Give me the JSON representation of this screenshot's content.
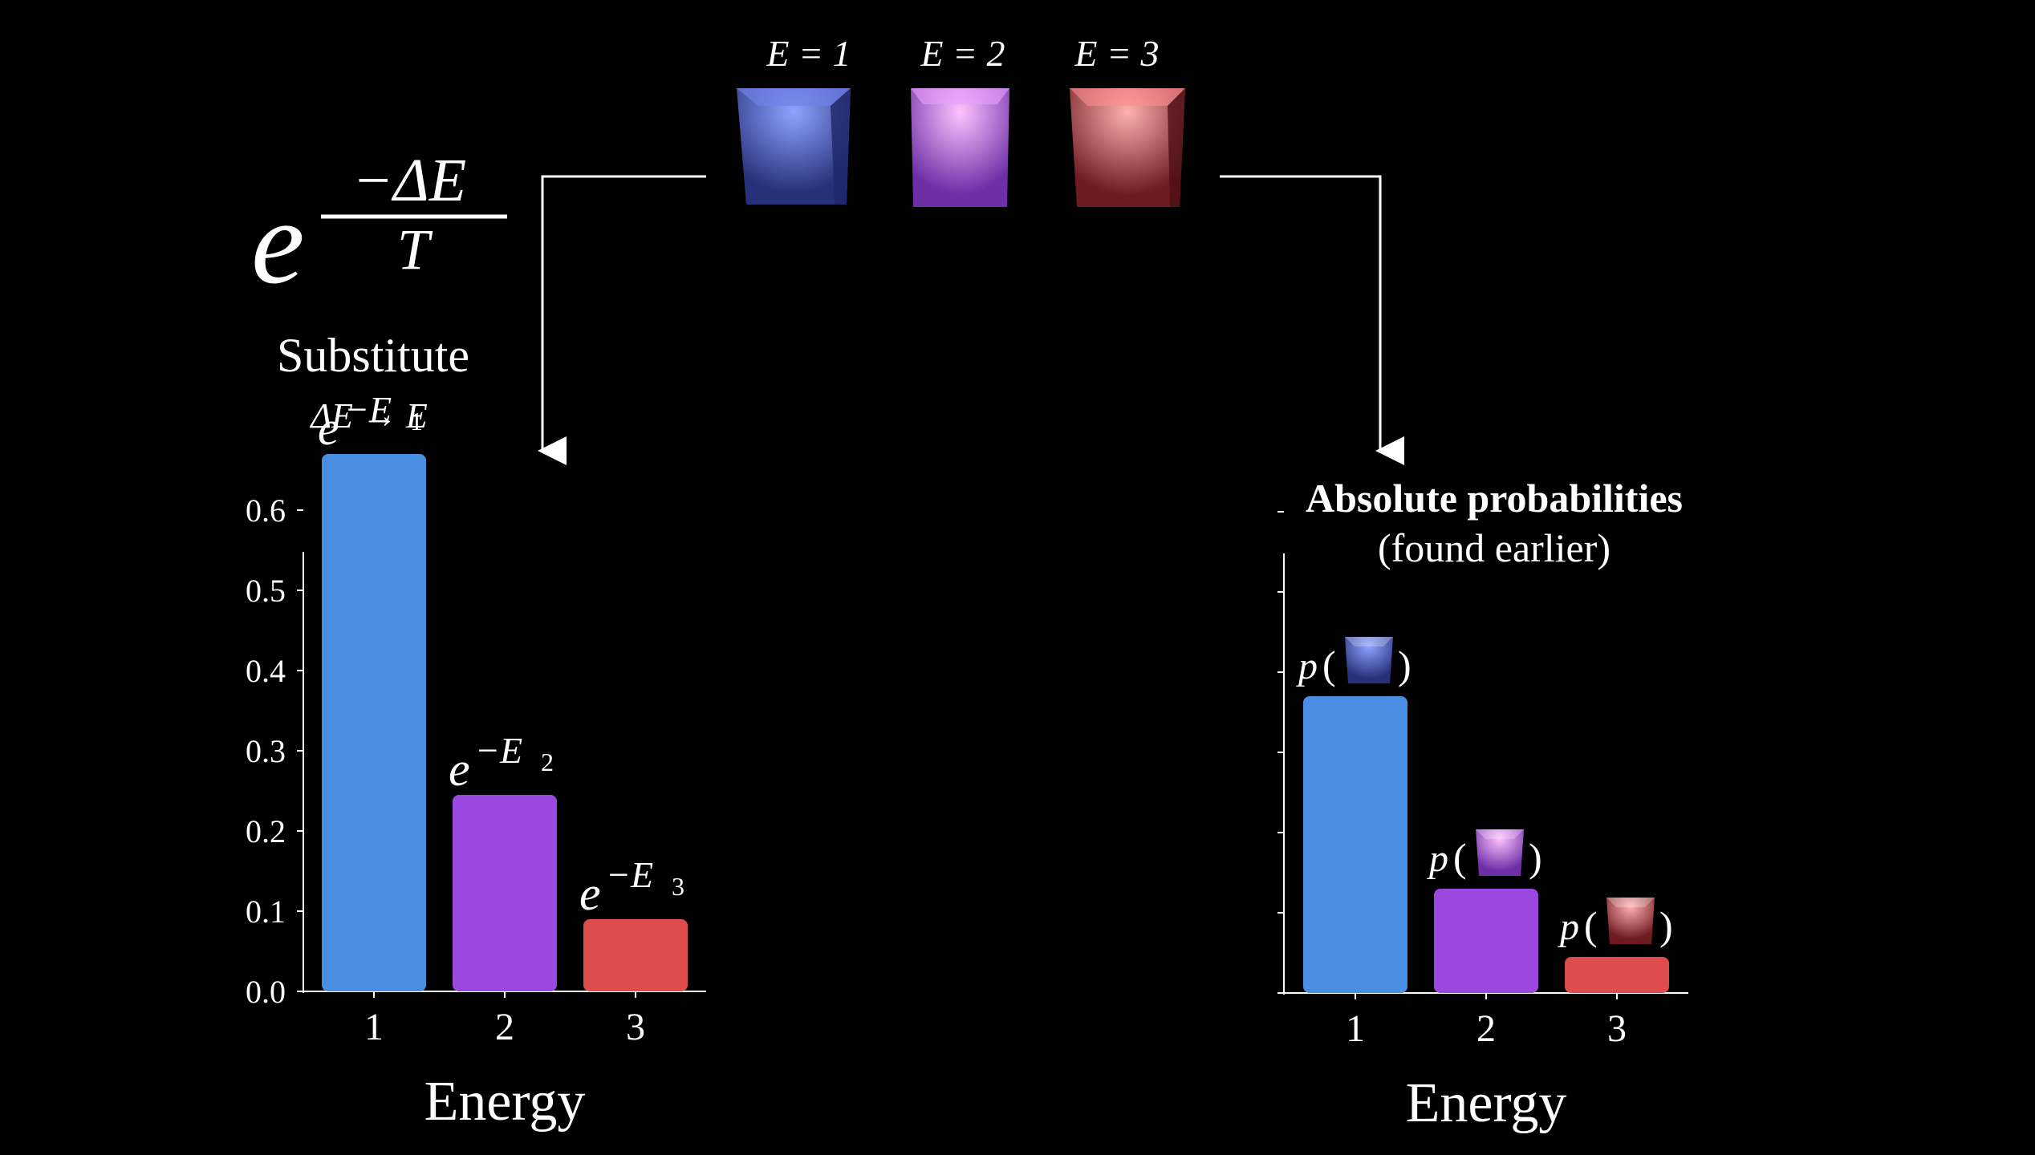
{
  "boxes": {
    "labels": [
      "E = 1",
      "E = 2",
      "E = 3"
    ],
    "colors": [
      "#3b4fa8",
      "#9a4fd0",
      "#b8323a"
    ]
  },
  "formula": {
    "base": "e",
    "numerator": "−ΔE",
    "denominator": "T"
  },
  "substitute": {
    "title": "Substitute",
    "rule": "ΔE → E"
  },
  "right_heading": {
    "title": "Absolute probabilities",
    "subtitle": "(found earlier)"
  },
  "chart_data": [
    {
      "type": "bar",
      "categories": [
        "1",
        "2",
        "3"
      ],
      "values": [
        0.67,
        0.245,
        0.09
      ],
      "colors": [
        "#4a8ee3",
        "#9b48e0",
        "#df4c4c"
      ],
      "bar_labels": [
        {
          "base": "e",
          "exp": "−E",
          "sub": "1"
        },
        {
          "base": "e",
          "exp": "−E",
          "sub": "2"
        },
        {
          "base": "e",
          "exp": "−E",
          "sub": "3"
        }
      ],
      "xlabel": "Energy",
      "ylabel": "",
      "yticks": [
        "0.0",
        "0.1",
        "0.2",
        "0.3",
        "0.4",
        "0.5",
        "0.6"
      ],
      "ylim": [
        0,
        0.7
      ],
      "grid": false
    },
    {
      "type": "bar",
      "categories": [
        "1",
        "2",
        "3"
      ],
      "values": [
        0.37,
        0.13,
        0.045
      ],
      "colors": [
        "#4a8ee3",
        "#9b48e0",
        "#df4c4c"
      ],
      "bar_labels": [
        {
          "text": "p",
          "icon": "blue-cube-icon"
        },
        {
          "text": "p",
          "icon": "purple-cube-icon"
        },
        {
          "text": "p",
          "icon": "red-cube-icon"
        }
      ],
      "xlabel": "Energy",
      "ylabel": "",
      "yticks": [],
      "ylim": [
        0,
        0.7
      ],
      "grid": false
    }
  ]
}
